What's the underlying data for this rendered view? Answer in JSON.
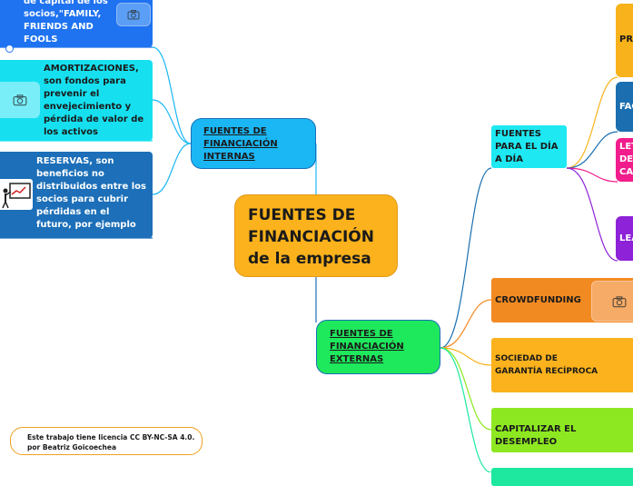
{
  "central": {
    "title": "FUENTES DE FINANCIACIÓN de la empresa",
    "color": "#fbb21c"
  },
  "internas": {
    "label": "FUENTES DE FINANCIACIÓN INTERNAS",
    "color": "#1bb7f5",
    "children": [
      {
        "text": "de capital de los socios,\"FAMILY, FRIENDS AND FOOLS",
        "color": "#1f73f0"
      },
      {
        "text": "AMORTIZACIONES, son fondos para prevenir el envejecimiento y pérdida de valor de los activos",
        "color": "#16e0f0"
      },
      {
        "text": "RESERVAS, son beneficios no distribuidos entre los socios para cubrir pérdidas en el futuro, por ejemplo",
        "color": "#1c6fb8"
      }
    ]
  },
  "externas": {
    "label": "FUENTES DE FINANCIACIÓN EXTERNAS",
    "color": "#1ee85c",
    "children": [
      {
        "label": "FUENTES PARA EL DÍA A DÍA",
        "color": "#1ee8f2",
        "children": [
          {
            "text": "PR",
            "color": "#f8b21b"
          },
          {
            "text": "FAC",
            "color": "#1b6fb0"
          },
          {
            "text": "LET DE CA",
            "color": "#f21d8c"
          },
          {
            "text": "LEA",
            "color": "#8d22d8"
          }
        ]
      },
      {
        "label": "CROWDFUNDING",
        "color": "#f28a22"
      },
      {
        "label": "SOCIEDAD DE GARANTÍA RECÍPROCA",
        "color": "#fbb21c"
      },
      {
        "label": "CAPITALIZAR EL DESEMPLEO",
        "color": "#8de822"
      }
    ]
  },
  "license": {
    "text": "Este trabajo tiene licencia CC BY-NC-SA 4.0. por Beatriz Goicoechea"
  },
  "icons": {
    "camera": "camera-icon",
    "presenter": "presenter-illustration"
  }
}
